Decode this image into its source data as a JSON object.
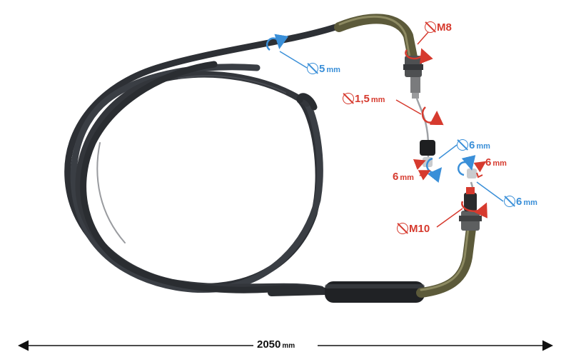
{
  "labels": {
    "m8": {
      "value": "M8",
      "unit": "",
      "color": "#d63a2e"
    },
    "housing_diameter": {
      "value": "5",
      "unit": "mm",
      "color": "#3a8fd8"
    },
    "wire_diameter": {
      "value": "1,5",
      "unit": "mm",
      "color": "#d63a2e"
    },
    "nipple_top_diameter": {
      "value": "6",
      "unit": "mm",
      "color": "#3a8fd8"
    },
    "nipple_top_length": {
      "value": "6",
      "unit": "mm",
      "color": "#d63a2e"
    },
    "nipple_bottom_length": {
      "value": "6",
      "unit": "mm",
      "color": "#d63a2e"
    },
    "nipple_bottom_diameter": {
      "value": "6",
      "unit": "mm",
      "color": "#3a8fd8"
    },
    "m10": {
      "value": "M10",
      "unit": "",
      "color": "#d63a2e"
    }
  },
  "total_length": {
    "value": "2050",
    "unit": "mm"
  }
}
